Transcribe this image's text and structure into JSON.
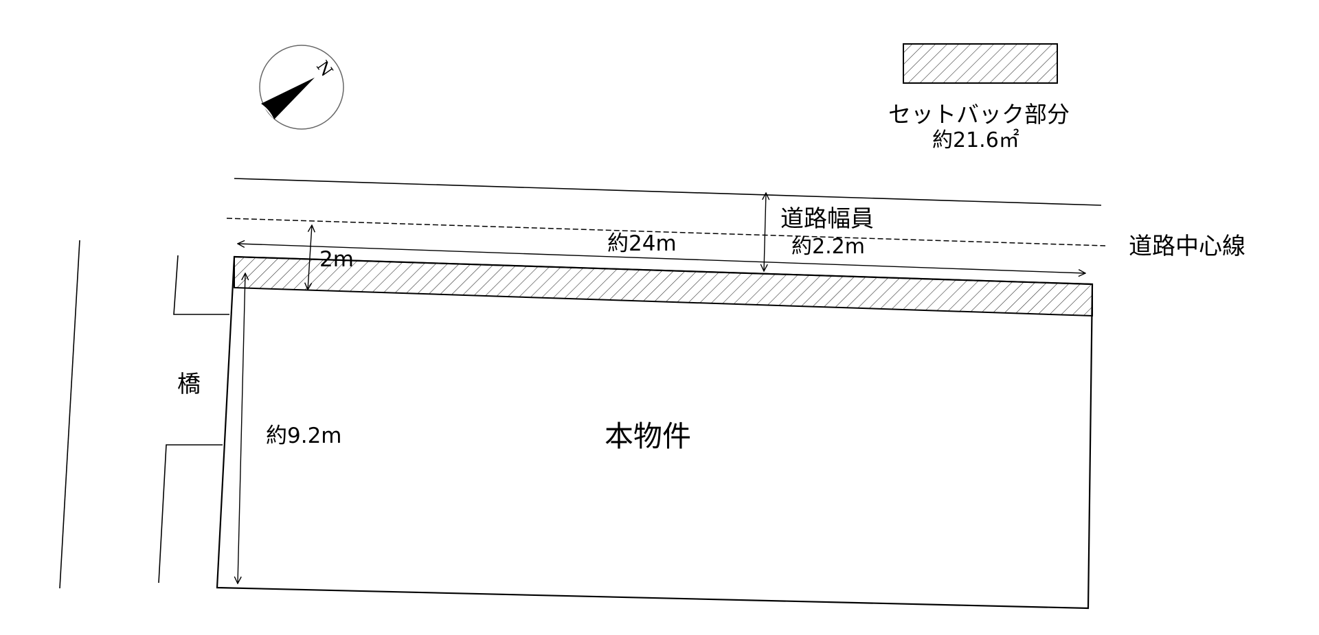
{
  "diagram": {
    "type": "site-plan",
    "colors": {
      "line": "#000000",
      "background": "#ffffff",
      "hatch": "#333333",
      "compass_ring": "#666666"
    }
  },
  "compass": {
    "north_label": "N",
    "icon": "north-arrow-icon"
  },
  "legend": {
    "swatch": "hatched-setback-swatch",
    "title": "セットバック部分",
    "area": "約21.6㎡"
  },
  "road": {
    "centerline_label": "道路中心線",
    "width_title": "道路幅員",
    "width_value": "約2.2m"
  },
  "dimensions": {
    "frontage": "約24m",
    "setback_depth": "2m",
    "side_depth": "約9.2m"
  },
  "labels": {
    "property": "本物件",
    "bridge": "橋"
  }
}
